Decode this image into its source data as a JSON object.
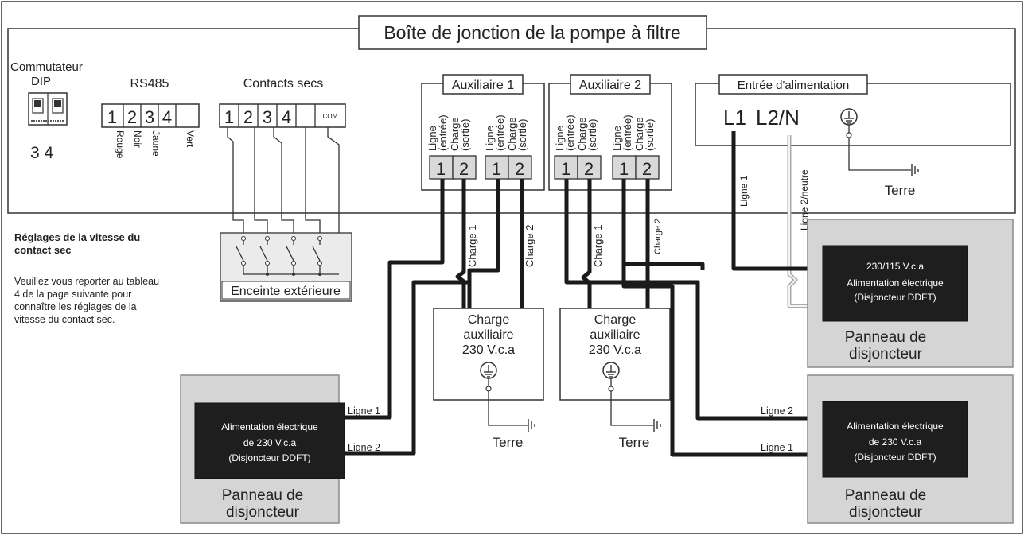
{
  "title": "Boîte de jonction de la pompe à filtre",
  "dip": {
    "label_1": "Commutateur",
    "label_2": "DIP",
    "numbers": "3 4"
  },
  "rs485": {
    "label": "RS485",
    "terminals": [
      "1",
      "2",
      "3",
      "4"
    ],
    "wires": [
      "Rouge",
      "Noir",
      "Jaune",
      "Vert"
    ]
  },
  "dry_contacts": {
    "label": "Contacts secs",
    "terminals": [
      "1",
      "2",
      "3",
      "4"
    ],
    "com": "COM"
  },
  "aux1": {
    "label": "Auxiliaire 1",
    "t1": "1",
    "t2": "2"
  },
  "aux2": {
    "label": "Auxiliaire 2",
    "t1": "1",
    "t2": "2"
  },
  "terminal_caption": {
    "line": "Ligne",
    "line_sub": "(entrée)",
    "load": "Charge",
    "load_sub": "(sortie)"
  },
  "power_input": {
    "label": "Entrée d'alimentation",
    "l1": "L1",
    "l2n": "L2/N"
  },
  "wire_labels": {
    "ligne1": "Ligne 1",
    "ligne2neutre": "Ligne 2/neutre",
    "charge1": "Charge 1",
    "charge2": "Charge 2",
    "ligne2": "Ligne 2"
  },
  "terre": "Terre",
  "speed_notes": {
    "heading_1": "Réglages de la vitesse du",
    "heading_2": "contact sec",
    "body": [
      "Veuillez vous reporter au tableau",
      "4 de la page suivante pour",
      "connaître les réglages de la",
      "vitesse du contact sec."
    ]
  },
  "enclosure": "Enceinte extérieure",
  "aux_load": {
    "line1": "Charge",
    "line2": "auxiliaire",
    "line3": "230 V.c.a"
  },
  "breaker_230_115": {
    "line1": "230/115 V.c.a",
    "line2": "Alimentation électrique",
    "line3": "(Disjoncteur DDFT)"
  },
  "breaker_230": {
    "line1": "Alimentation électrique",
    "line2": "de 230 V.c.a",
    "line3": "(Disjoncteur DDFT)"
  },
  "panel_label": {
    "line1": "Panneau de",
    "line2": "disjoncteur"
  }
}
